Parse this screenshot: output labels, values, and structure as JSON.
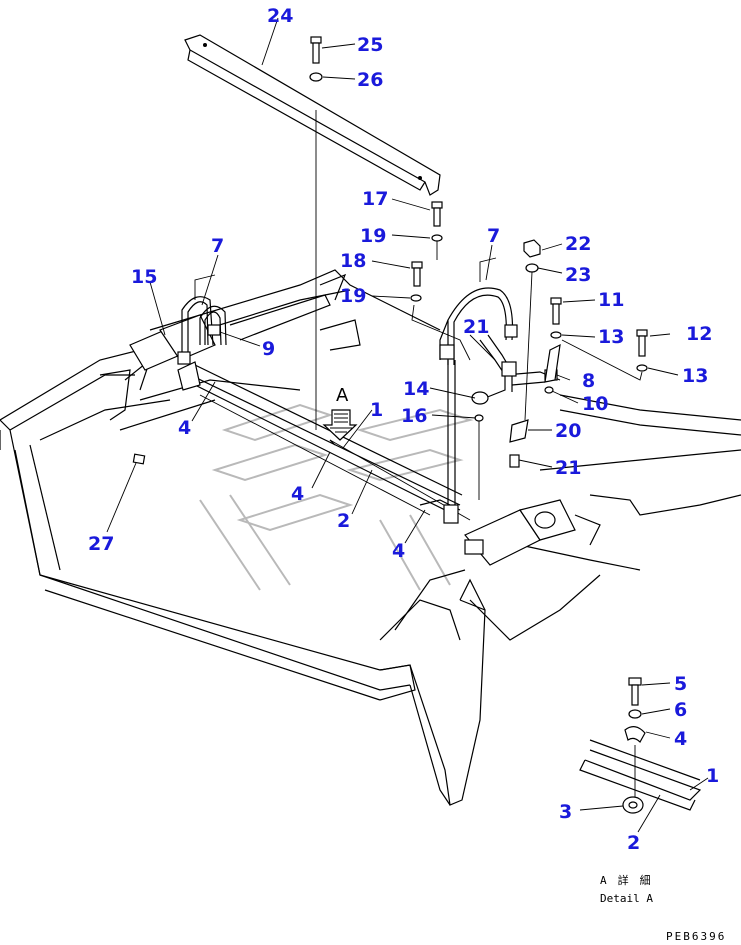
{
  "callouts": [
    {
      "id": "c24",
      "label": "24"
    },
    {
      "id": "c25",
      "label": "25"
    },
    {
      "id": "c26",
      "label": "26"
    },
    {
      "id": "c17",
      "label": "17"
    },
    {
      "id": "c19a",
      "label": "19"
    },
    {
      "id": "c18",
      "label": "18"
    },
    {
      "id": "c19b",
      "label": "19"
    },
    {
      "id": "c7a",
      "label": "7"
    },
    {
      "id": "c7b",
      "label": "7"
    },
    {
      "id": "c15",
      "label": "15"
    },
    {
      "id": "c9",
      "label": "9"
    },
    {
      "id": "c22",
      "label": "22"
    },
    {
      "id": "c23",
      "label": "23"
    },
    {
      "id": "c11",
      "label": "11"
    },
    {
      "id": "c21a",
      "label": "21"
    },
    {
      "id": "c13a",
      "label": "13"
    },
    {
      "id": "c12",
      "label": "12"
    },
    {
      "id": "c13b",
      "label": "13"
    },
    {
      "id": "c8",
      "label": "8"
    },
    {
      "id": "c14",
      "label": "14"
    },
    {
      "id": "c10",
      "label": "10"
    },
    {
      "id": "c16",
      "label": "16"
    },
    {
      "id": "c1a",
      "label": "1"
    },
    {
      "id": "c20",
      "label": "20"
    },
    {
      "id": "c4a",
      "label": "4"
    },
    {
      "id": "c21b",
      "label": "21"
    },
    {
      "id": "c4b",
      "label": "4"
    },
    {
      "id": "c2a",
      "label": "2"
    },
    {
      "id": "c27",
      "label": "27"
    },
    {
      "id": "c4c",
      "label": "4"
    },
    {
      "id": "c5",
      "label": "5"
    },
    {
      "id": "c6",
      "label": "6"
    },
    {
      "id": "c4d",
      "label": "4"
    },
    {
      "id": "c1b",
      "label": "1"
    },
    {
      "id": "c3",
      "label": "3"
    },
    {
      "id": "c2b",
      "label": "2"
    }
  ],
  "view_marker": "A",
  "detail": {
    "caption_jp": "A　詳　細",
    "caption_en": "Detail A"
  },
  "drawing_code": "PEB6396",
  "colors": {
    "callout": "#1a1adb",
    "line": "#000000",
    "watermark": "#b9b9b9"
  }
}
